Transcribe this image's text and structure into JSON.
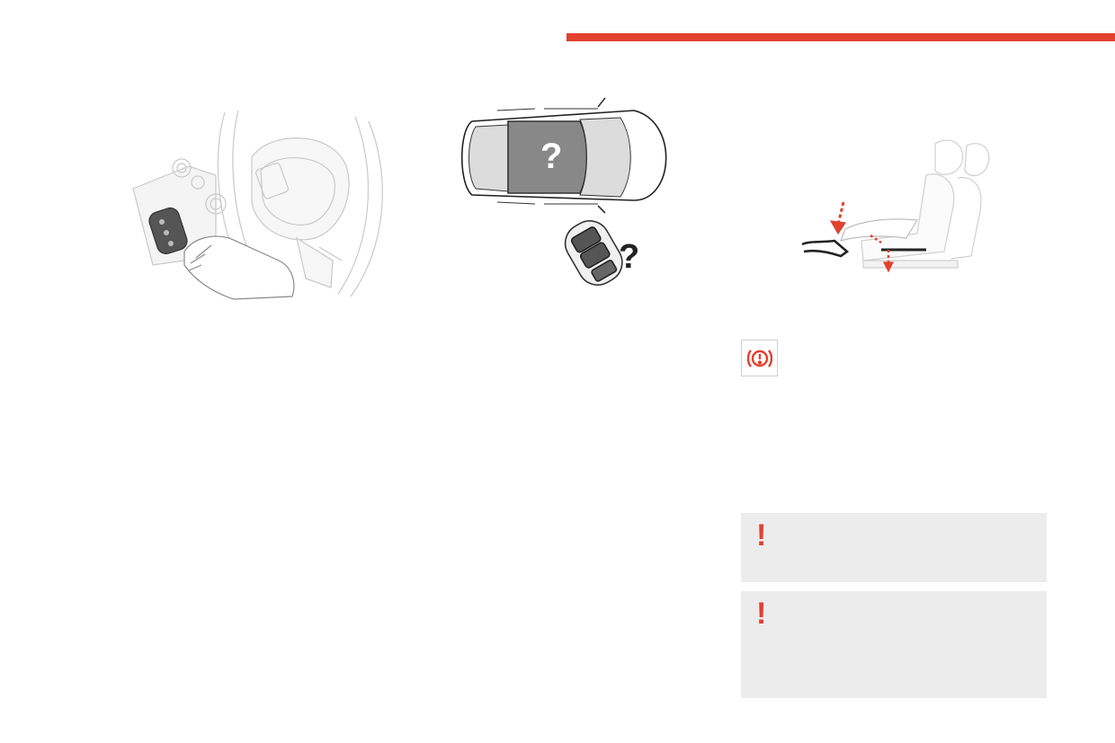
{
  "colors": {
    "accent": "#e2412f",
    "note_background": "#ececec"
  },
  "illustrations": {
    "steering": {
      "icon": "hand-holding-key-at-steering-column"
    },
    "car": {
      "icon": "car-top-view-with-key-fob",
      "question_mark": "?",
      "key_question_mark": "?"
    },
    "seat": {
      "icon": "driver-seat-with-brake-pedal-press-arrows"
    }
  },
  "warning_light": {
    "icon": "brake-warning-light-icon"
  },
  "notes": [
    {
      "symbol": "!"
    },
    {
      "symbol": "!"
    }
  ]
}
